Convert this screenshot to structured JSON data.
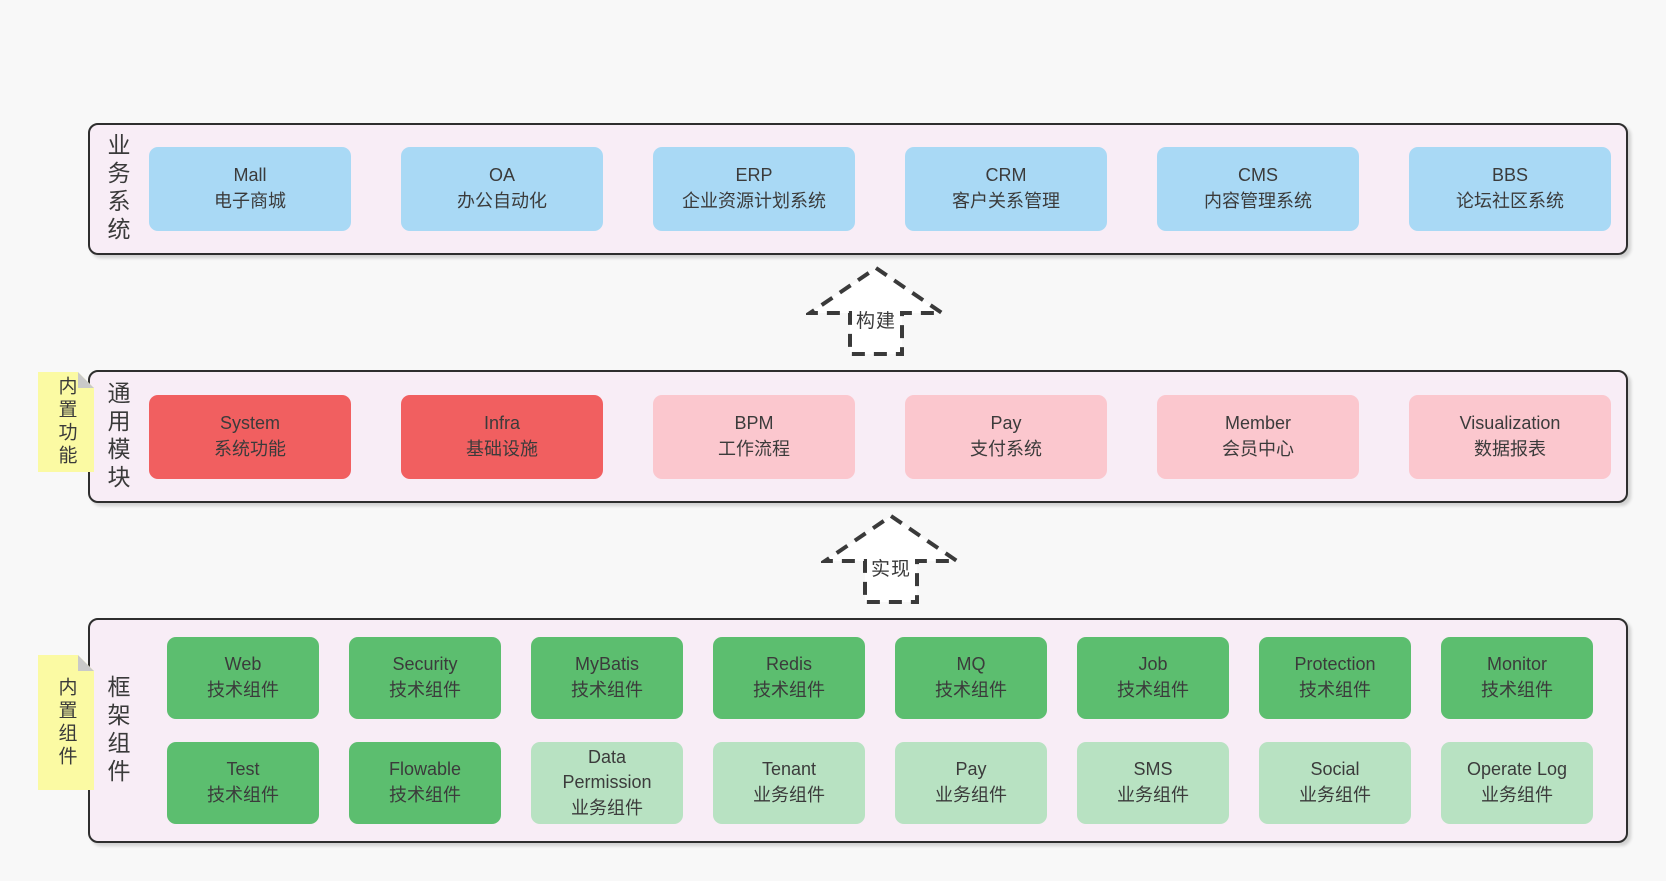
{
  "palette": {
    "page_bg": "#f8f8f8",
    "layer_bg": "#f8edf6",
    "outline": "#2e2e2e",
    "blue": "#a9d9f5",
    "red": "#f15f60",
    "pink": "#fbc7ce",
    "green": "#5cbe6f",
    "light_green": "#b8e2c2",
    "note_yellow": "#fbfaa3",
    "text": "#3b3b3b"
  },
  "layers": [
    {
      "label": "业务系统",
      "note": null,
      "rows": [
        [
          {
            "en": "Mall",
            "zh": "电子商城",
            "color": "blue"
          },
          {
            "en": "OA",
            "zh": "办公自动化",
            "color": "blue"
          },
          {
            "en": "ERP",
            "zh": "企业资源计划系统",
            "color": "blue"
          },
          {
            "en": "CRM",
            "zh": "客户关系管理",
            "color": "blue"
          },
          {
            "en": "CMS",
            "zh": "内容管理系统",
            "color": "blue"
          },
          {
            "en": "BBS",
            "zh": "论坛社区系统",
            "color": "blue"
          }
        ]
      ]
    },
    {
      "label": "通用模块",
      "note": "内置功能",
      "rows": [
        [
          {
            "en": "System",
            "zh": "系统功能",
            "color": "red"
          },
          {
            "en": "Infra",
            "zh": "基础设施",
            "color": "red"
          },
          {
            "en": "BPM",
            "zh": "工作流程",
            "color": "pink"
          },
          {
            "en": "Pay",
            "zh": "支付系统",
            "color": "pink"
          },
          {
            "en": "Member",
            "zh": "会员中心",
            "color": "pink"
          },
          {
            "en": "Visualization",
            "zh": "数据报表",
            "color": "pink"
          }
        ]
      ]
    },
    {
      "label": "框架组件",
      "note": "内置组件",
      "rows": [
        [
          {
            "en": "Web",
            "zh": "技术组件",
            "color": "green"
          },
          {
            "en": "Security",
            "zh": "技术组件",
            "color": "green"
          },
          {
            "en": "MyBatis",
            "zh": "技术组件",
            "color": "green"
          },
          {
            "en": "Redis",
            "zh": "技术组件",
            "color": "green"
          },
          {
            "en": "MQ",
            "zh": "技术组件",
            "color": "green"
          },
          {
            "en": "Job",
            "zh": "技术组件",
            "color": "green"
          },
          {
            "en": "Protection",
            "zh": "技术组件",
            "color": "green"
          },
          {
            "en": "Monitor",
            "zh": "技术组件",
            "color": "green"
          }
        ],
        [
          {
            "en": "Test",
            "zh": "技术组件",
            "color": "green"
          },
          {
            "en": "Flowable",
            "zh": "技术组件",
            "color": "green"
          },
          {
            "en": "Data Permission",
            "zh": "业务组件",
            "color": "light_green"
          },
          {
            "en": "Tenant",
            "zh": "业务组件",
            "color": "light_green"
          },
          {
            "en": "Pay",
            "zh": "业务组件",
            "color": "light_green"
          },
          {
            "en": "SMS",
            "zh": "业务组件",
            "color": "light_green"
          },
          {
            "en": "Social",
            "zh": "业务组件",
            "color": "light_green"
          },
          {
            "en": "Operate Log",
            "zh": "业务组件",
            "color": "light_green"
          }
        ]
      ]
    }
  ],
  "arrows": [
    {
      "label": "构建"
    },
    {
      "label": "实现"
    }
  ]
}
